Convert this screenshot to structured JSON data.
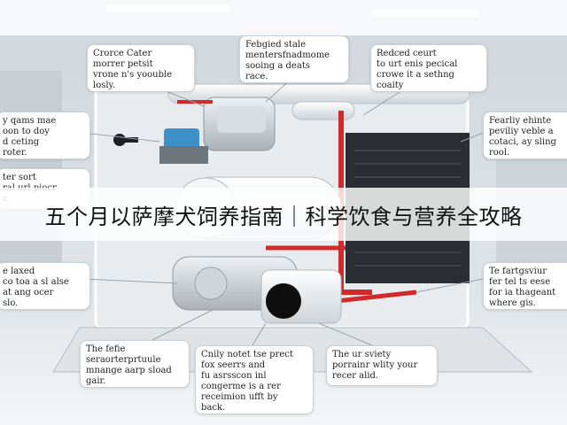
{
  "banner": {
    "title": "五个月以萨摩犬饲养指南｜科学饮食与营养全攻略"
  },
  "callouts": [
    {
      "text": "Crorce Cater\nmorrer petsit\nvrone n's yoouble\nlosly."
    },
    {
      "text": "Febgied stale\nmentersfnadmome\nsooing a deats\nrace."
    },
    {
      "text": "Redced ceurt\nto urt enis pecical\ncrowe it a sethng\ncoaity"
    },
    {
      "text": "y qams mae\noon to doy\nd ceting\nroter."
    },
    {
      "text": "ter sort\nral url piocr.\nc."
    },
    {
      "text": "Fearliy ehinte\npeviliy veble a\ncotaci, ay sling\nrool."
    },
    {
      "text": "e laxed\nco toa a sl alse\nat ang ocer\nslo."
    },
    {
      "text": "Te fartgsviur\nfer tel ts eese\nfor ia thageant\nwhere gis."
    },
    {
      "text": "The fefie\nseraorterprtuule\nmnange aarp sload\ngair."
    },
    {
      "text": "Cnily notet tse prect\nfox seerrs and\nfu asrsscon inl\ncongerme is a rer\nreceimion ufft by\nback."
    },
    {
      "text": "The ur sviety\nporrainr wlity your\nrecer alid."
    }
  ]
}
